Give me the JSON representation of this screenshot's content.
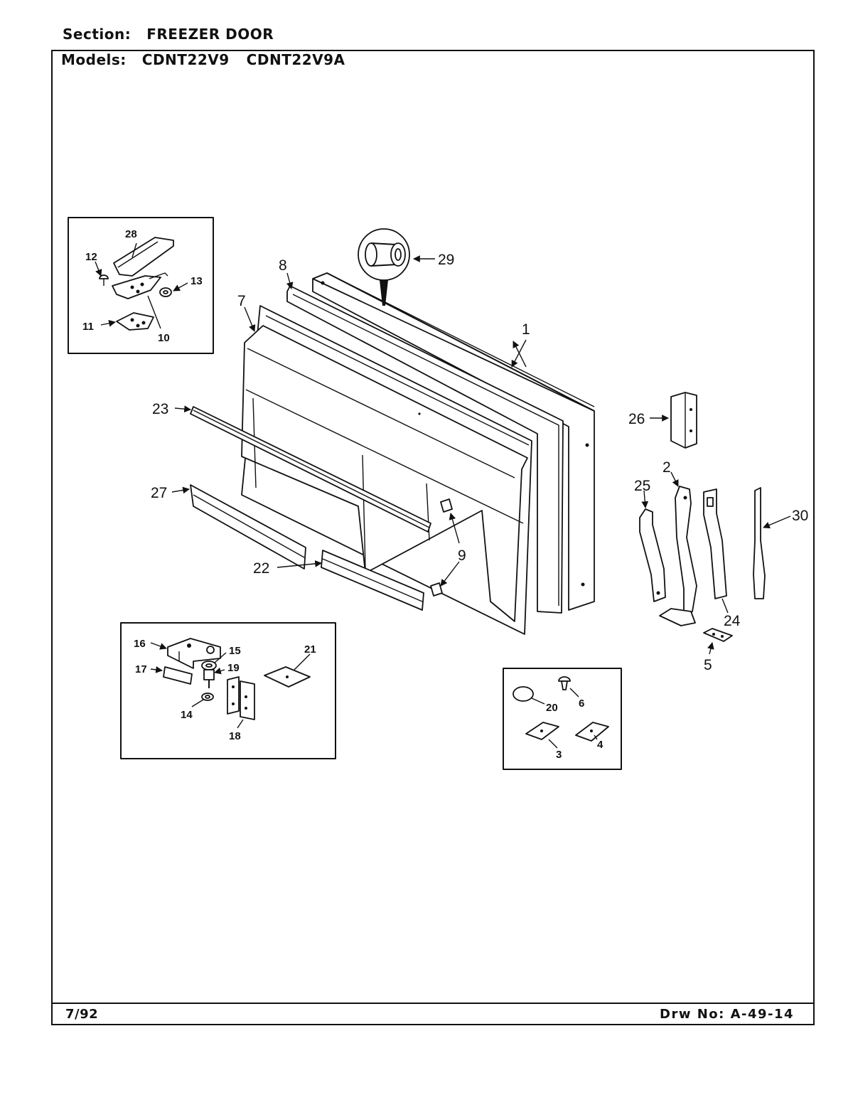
{
  "header": {
    "section_label": "Section:",
    "section_value": "FREEZER DOOR",
    "models_label": "Models:",
    "model_1": "CDNT22V9",
    "model_2": "CDNT22V9A"
  },
  "footer": {
    "date": "7/92",
    "drawing_number": "Drw No: A-49-14"
  },
  "callouts": {
    "p1": "1",
    "p2": "2",
    "p3": "3",
    "p4": "4",
    "p5": "5",
    "p6": "6",
    "p7": "7",
    "p8": "8",
    "p9": "9",
    "p10": "10",
    "p11": "11",
    "p12": "12",
    "p13": "13",
    "p14": "14",
    "p15": "15",
    "p16": "16",
    "p17": "17",
    "p18": "18",
    "p19": "19",
    "p20": "20",
    "p21": "21",
    "p22": "22",
    "p23": "23",
    "p24": "24",
    "p25": "25",
    "p26": "26",
    "p27": "27",
    "p28": "28",
    "p29": "29",
    "p30": "30"
  }
}
